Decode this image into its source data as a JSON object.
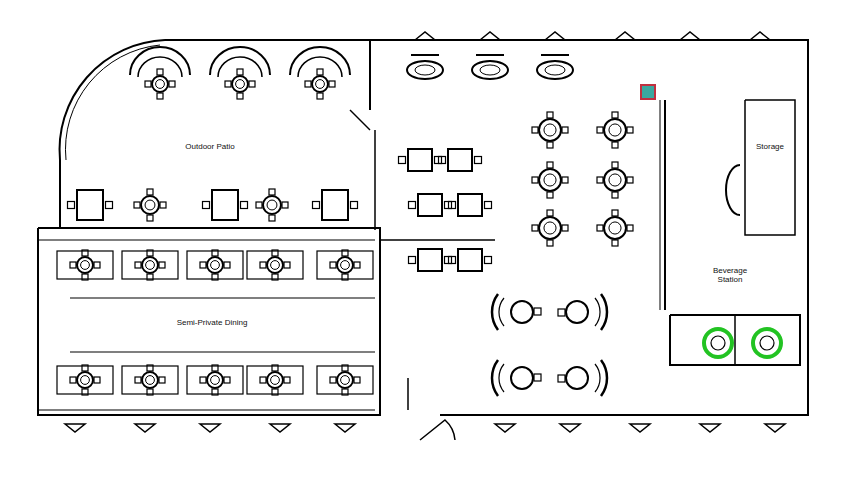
{
  "diagram": {
    "labels": [
      "Outdoor Patio",
      "Semi-Private Dining",
      "Storage",
      "Beverage Station"
    ]
  }
}
